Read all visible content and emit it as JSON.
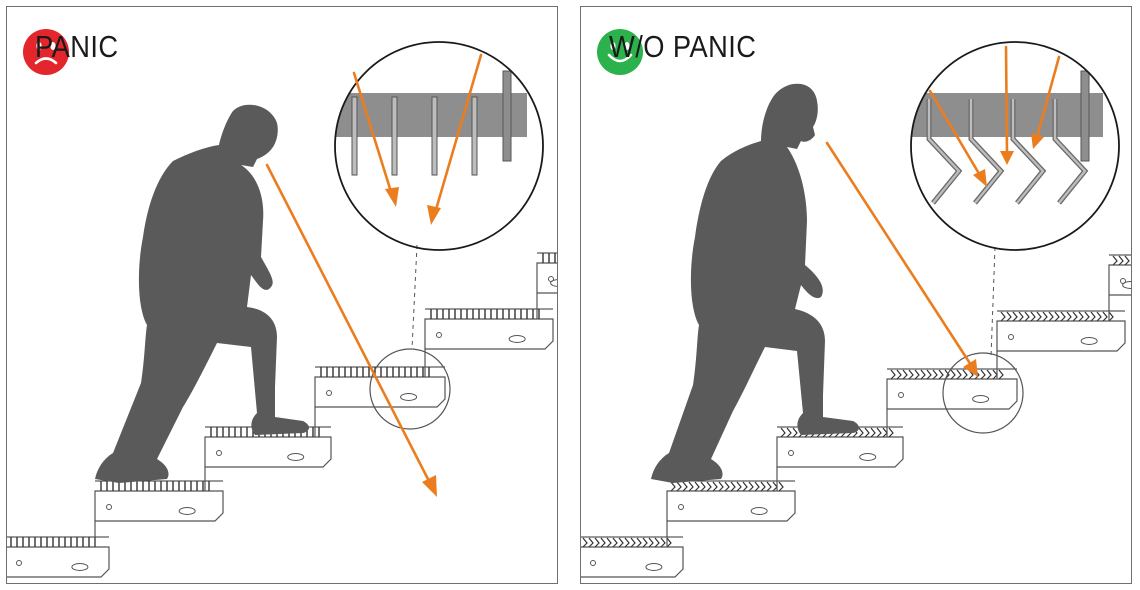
{
  "panels": [
    {
      "id": "panic",
      "title": "PANIC",
      "face": "sad",
      "face_color": "#e3262b",
      "grating": "straight"
    },
    {
      "id": "wo-panic",
      "title": "W/O PANIC",
      "face": "happy",
      "face_color": "#2bb24c",
      "grating": "chevron"
    }
  ],
  "colors": {
    "silhouette": "#5a5a5a",
    "arrow": "#ec7d1f",
    "stair_outline": "#555555",
    "border": "#6f6f6f"
  }
}
